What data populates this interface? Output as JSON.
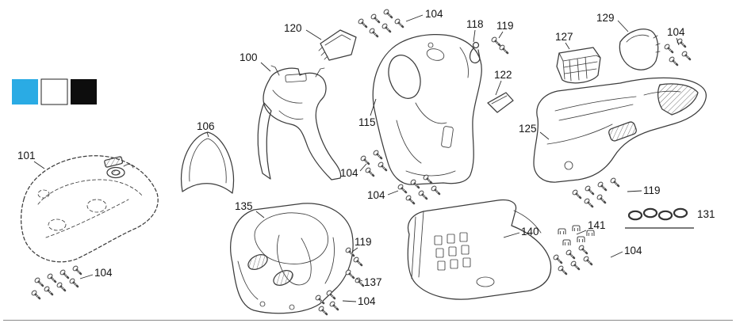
{
  "swatches": [
    {
      "name": "blue",
      "color": "#2aabe4"
    },
    {
      "name": "white",
      "color": "#ffffff"
    },
    {
      "name": "black",
      "color": "#0d0d0d"
    }
  ],
  "labels": {
    "p104_top_center": "104",
    "p120": "120",
    "p118": "118",
    "p119_top": "119",
    "p129": "129",
    "p127": "127",
    "p104_top_right": "104",
    "p100": "100",
    "p122": "122",
    "p115": "115",
    "p106": "106",
    "p125": "125",
    "p101": "101",
    "p104_mid_left": "104",
    "p104_mid_center": "104",
    "p119_right": "119",
    "p131": "131",
    "p135": "135",
    "p140": "140",
    "p141": "141",
    "p119_bottom": "119",
    "p104_bottom_right": "104",
    "p104_bottom_left": "104",
    "p137": "137",
    "p104_bottom_center": "104"
  }
}
